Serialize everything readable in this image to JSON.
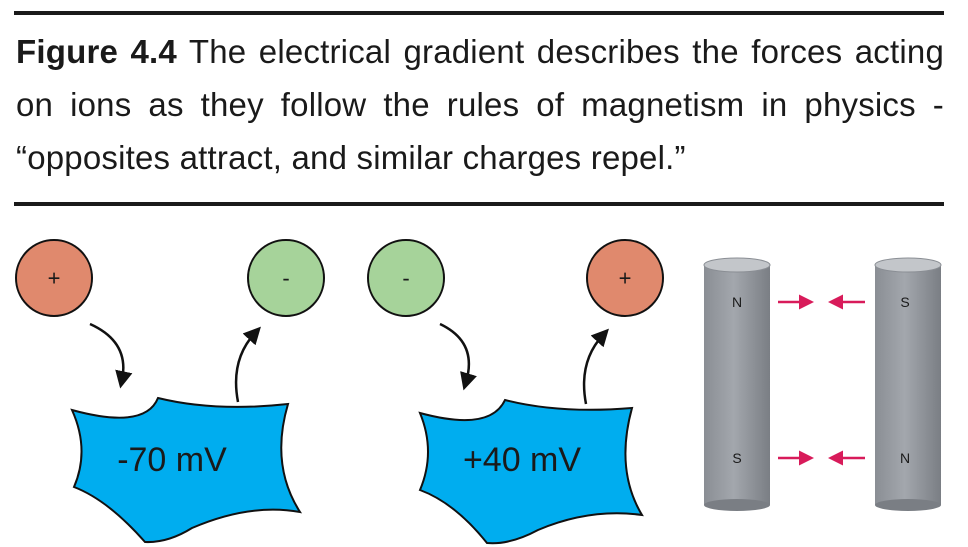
{
  "caption": {
    "figure_label": "Figure 4.4",
    "text": "The electrical gradient describes the forces acting on ions as they follow the rules of magnetism in physics - “opposites attract, and similar charges repel.”"
  },
  "cells": [
    {
      "voltage": "-70 mV",
      "incoming_ion": "+",
      "outgoing_ion": "-"
    },
    {
      "voltage": "+40 mV",
      "incoming_ion": "-",
      "outgoing_ion": "+"
    }
  ],
  "magnets": {
    "left": {
      "top_pole": "N",
      "bottom_pole": "S"
    },
    "right": {
      "top_pole": "S",
      "bottom_pole": "N"
    }
  },
  "colors": {
    "positive_ion": "#e0896d",
    "negative_ion": "#a6d39a",
    "cell": "#00adef",
    "magnet": "#8e9298",
    "arrow": "#d81b5a"
  }
}
